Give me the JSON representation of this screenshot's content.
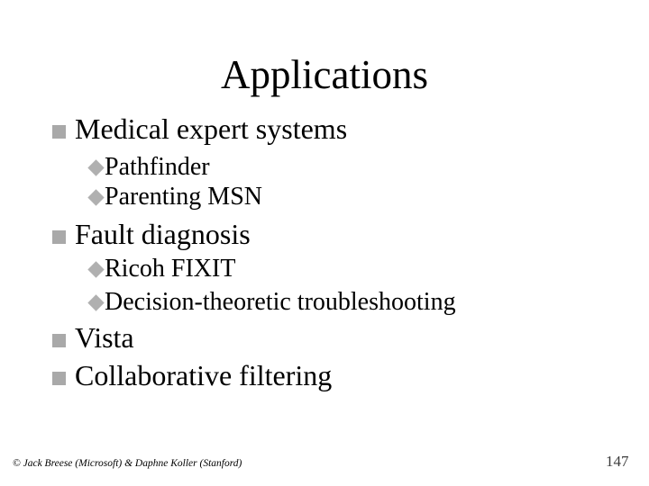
{
  "slide": {
    "title": "Applications",
    "bullets": [
      {
        "level": 1,
        "text": "Medical expert systems"
      },
      {
        "level": 2,
        "text": "Pathfinder"
      },
      {
        "level": 2,
        "text": "Parenting MSN"
      },
      {
        "level": 1,
        "text": "Fault diagnosis"
      },
      {
        "level": 2,
        "text": "Ricoh FIXIT"
      },
      {
        "level": 2,
        "text": "Decision-theoretic troubleshooting"
      },
      {
        "level": 1,
        "text": "Vista"
      },
      {
        "level": 1,
        "text": "Collaborative filtering"
      }
    ],
    "footer": "© Jack Breese (Microsoft) & Daphne Koller (Stanford)",
    "page_number": "147"
  },
  "colors": {
    "background": "#ffffff",
    "text_color": "#000000",
    "bullet_square": "#a9a9a9",
    "bullet_diamond": "#b0b0b0",
    "page_number_color": "#3c3c3c"
  }
}
